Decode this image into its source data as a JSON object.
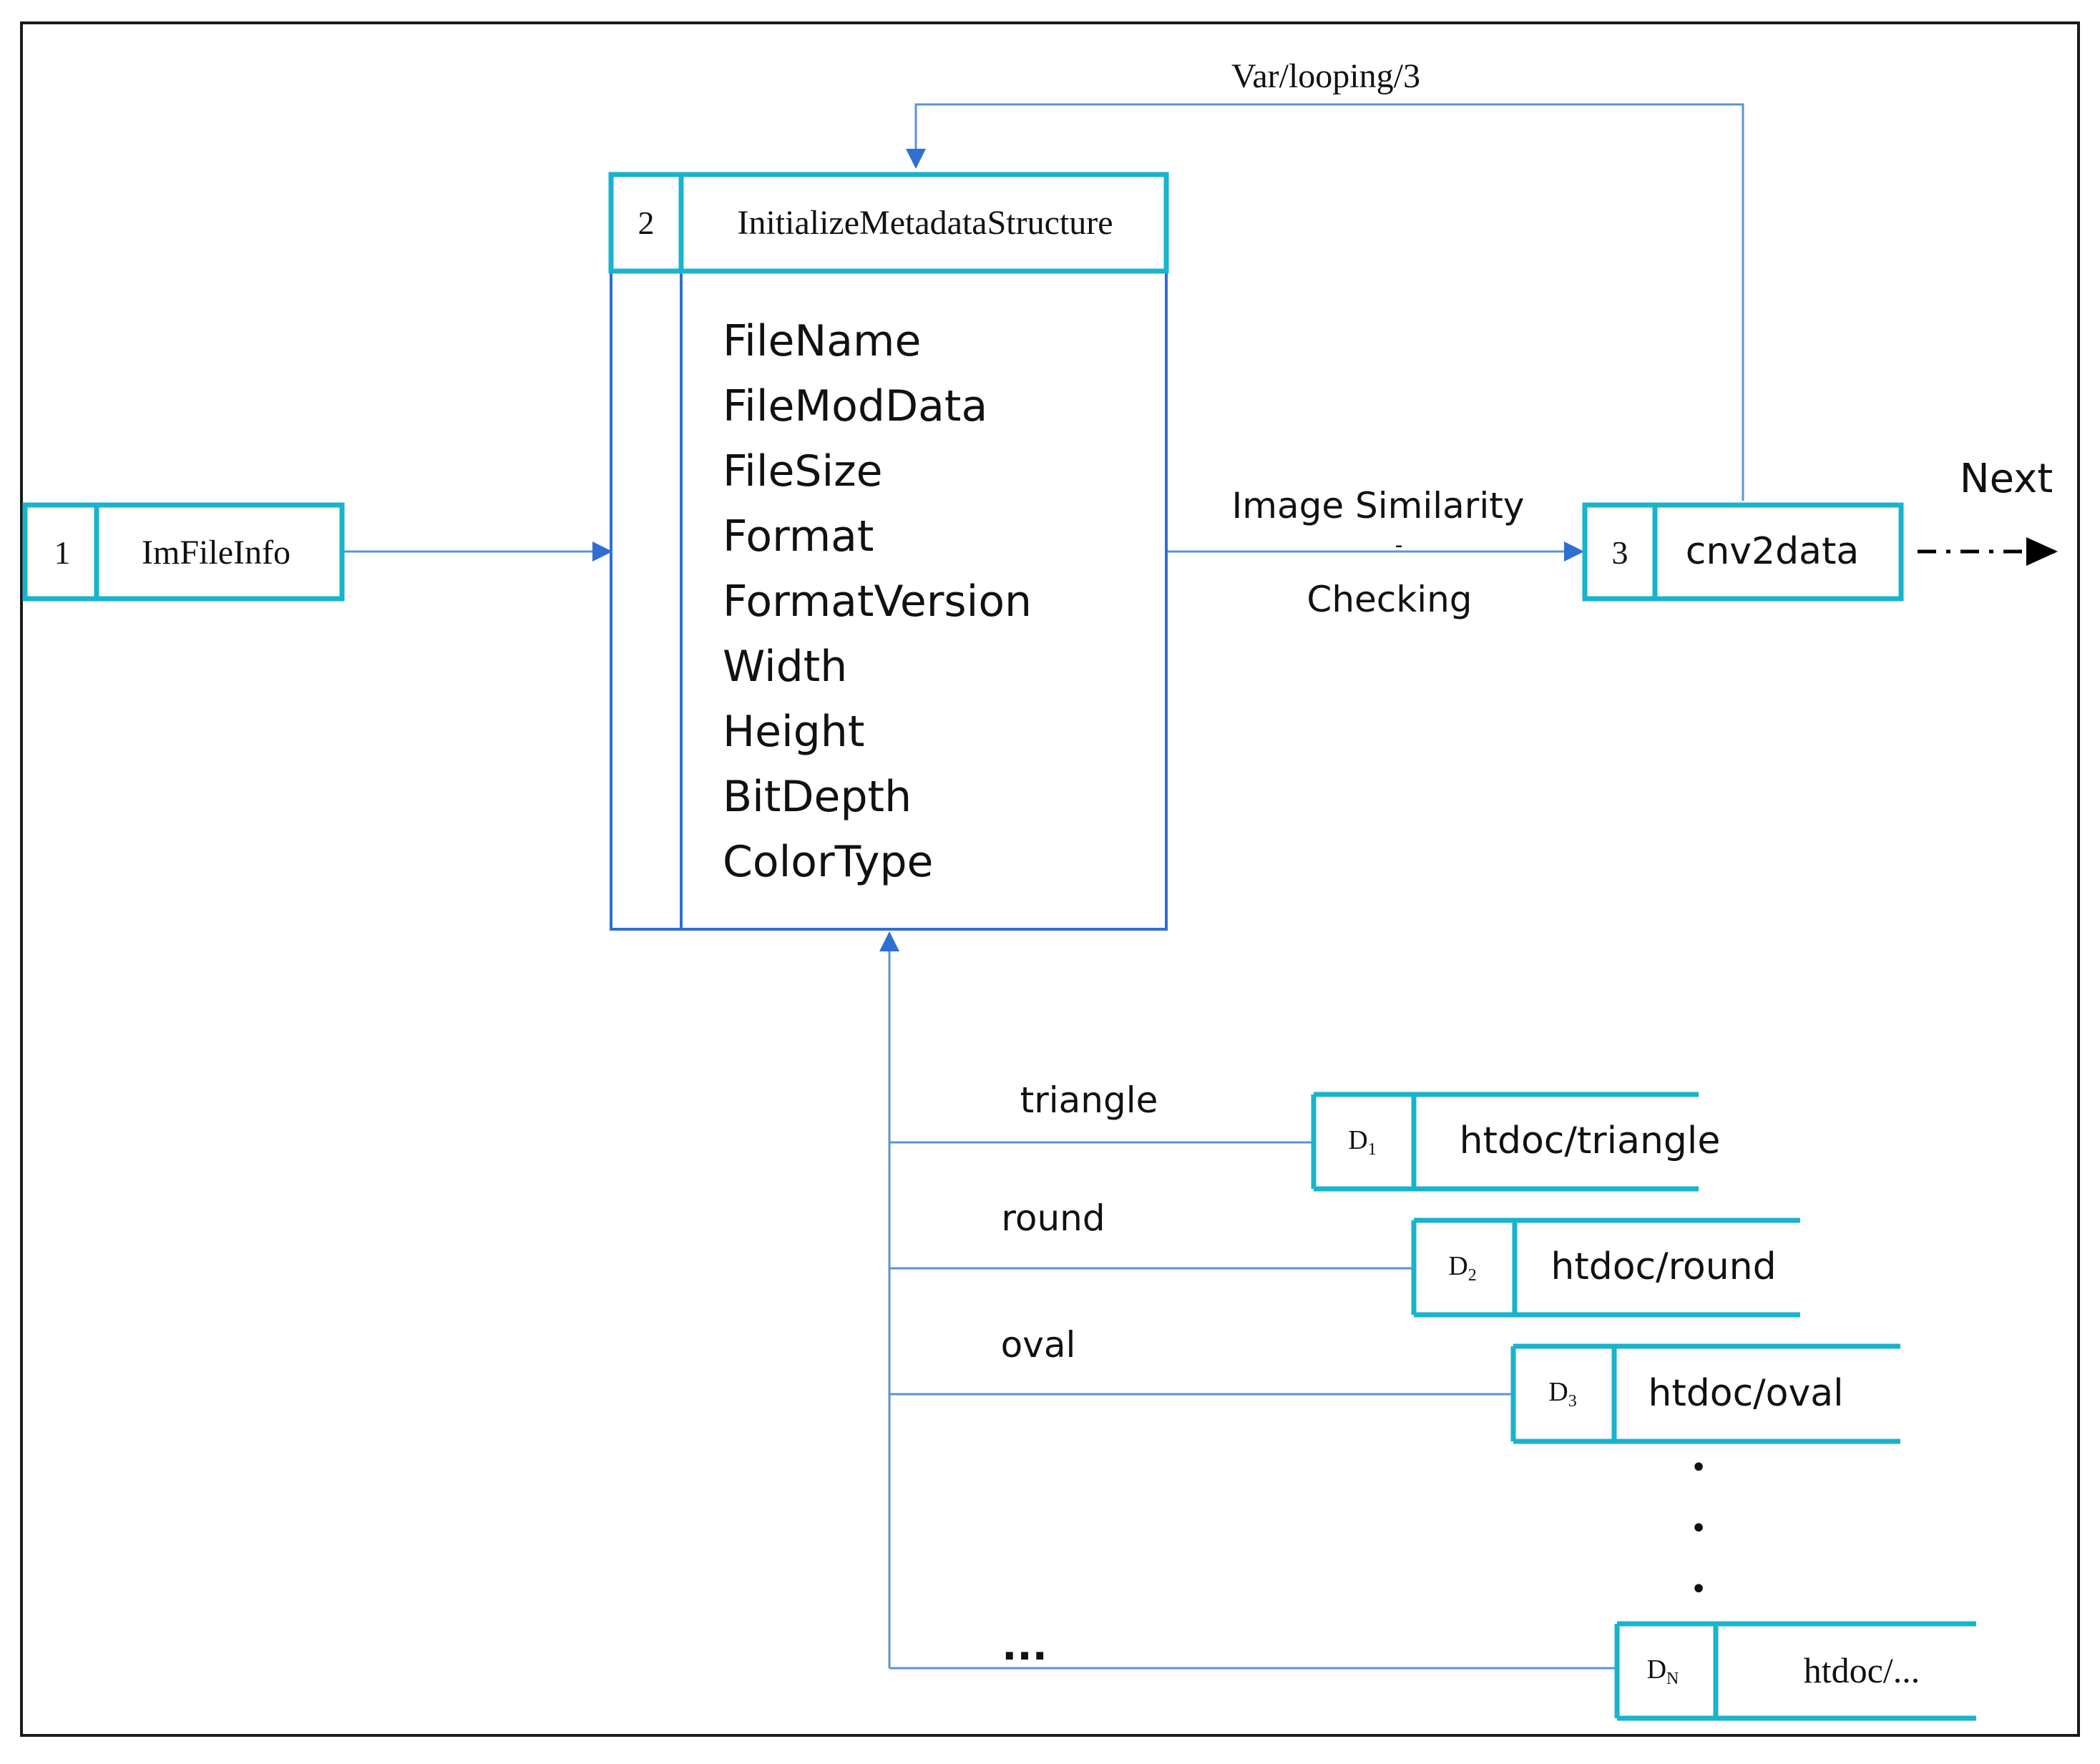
{
  "diagram": {
    "colors": {
      "frame": "#1a1a1a",
      "box_border": "#19b3cc",
      "line": "#5b93d6",
      "arrow": "#2f6fd0",
      "text": "#111111"
    },
    "nodes": {
      "imfileinfo": {
        "number": "1",
        "label": "ImFileInfo"
      },
      "metadata": {
        "number": "2",
        "label": "InitializeMetadataStructure",
        "fields": [
          "FileName",
          "FileModData",
          "FileSize",
          "Format",
          "FormatVersion",
          "Width",
          "Height",
          "BitDepth",
          "ColorType"
        ]
      },
      "cnv2data": {
        "number": "3",
        "label": "cnv2data"
      }
    },
    "edges": {
      "loop_label": "Var/looping/3",
      "similarity_label_top": "Image Similarity",
      "similarity_label_sep": "-",
      "similarity_label_bottom": "Checking",
      "next_label": "Next"
    },
    "datastores": [
      {
        "id_main": "D",
        "id_sub": "1",
        "path": "htdoc/triangle",
        "branch_label": "triangle"
      },
      {
        "id_main": "D",
        "id_sub": "2",
        "path": "htdoc/round",
        "branch_label": "round"
      },
      {
        "id_main": "D",
        "id_sub": "3",
        "path": "htdoc/oval",
        "branch_label": "oval"
      },
      {
        "id_main": "D",
        "id_sub": "N",
        "path": "htdoc/...",
        "branch_label": "..."
      }
    ],
    "vertical_ellipsis": "•"
  }
}
